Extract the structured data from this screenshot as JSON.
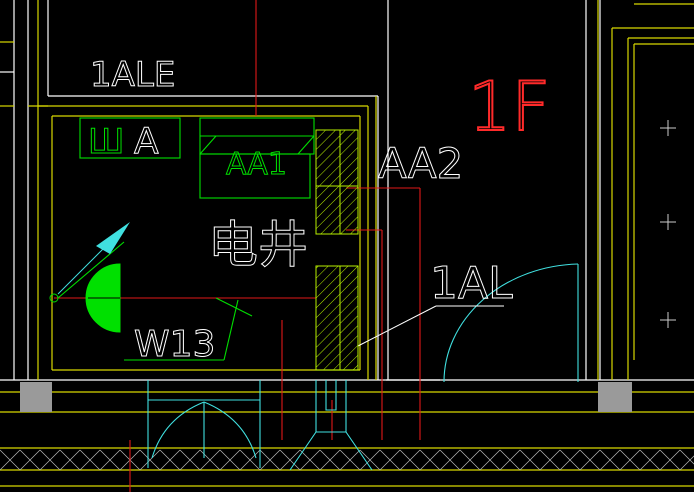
{
  "labels": {
    "main_panel": "1ALE",
    "floor": "1F",
    "cabinet_a": "A",
    "cabinet_a_prefix": "Ш",
    "cabinet_aa1": "AA1",
    "cabinet_aa2": "AA2",
    "shaft": "电井",
    "panel_1al": "1AL",
    "cable_w13": "W13"
  },
  "colors": {
    "background": "#000000",
    "wall": "#e6e68c",
    "yellow_line": "#d8d800",
    "white_line": "#ffffff",
    "red_line": "#e01818",
    "green": "#00e000",
    "cyan": "#40e0e0",
    "hatch": "#b8f000",
    "floor_label": "#ff2a2a",
    "gray_column": "#9a9a9a"
  }
}
